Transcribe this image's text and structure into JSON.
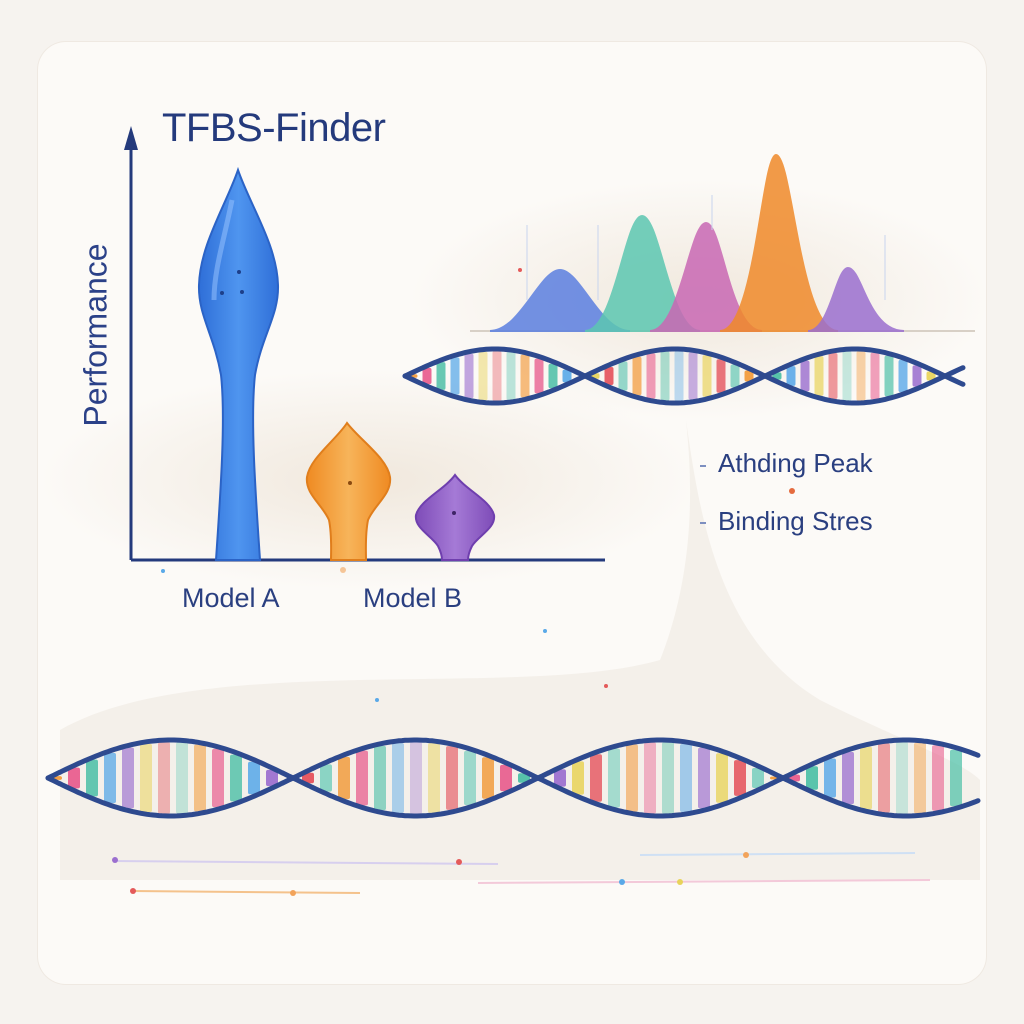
{
  "title": "TFBS-Finder",
  "y_axis_label": "Performance",
  "models": [
    {
      "label": "Model A",
      "color": "#3a7fe0"
    },
    {
      "label": "Model B",
      "color": "#f0952e"
    }
  ],
  "third_violin_color": "#8e5ac0",
  "legend": [
    {
      "label": "Athding Peak"
    },
    {
      "label": "Binding Stres"
    }
  ],
  "peak_colors": [
    "#5b7fe0",
    "#5cc7b1",
    "#c968b4",
    "#f08a2a",
    "#9b6fcf"
  ],
  "helix_color": "#2e4a8f",
  "base_pair_colors": [
    "#f29a3a",
    "#e85a8c",
    "#4bbfa6",
    "#5aa9e8",
    "#9b6fcf",
    "#e8d35a",
    "#e4505a",
    "#7fd0c0"
  ]
}
